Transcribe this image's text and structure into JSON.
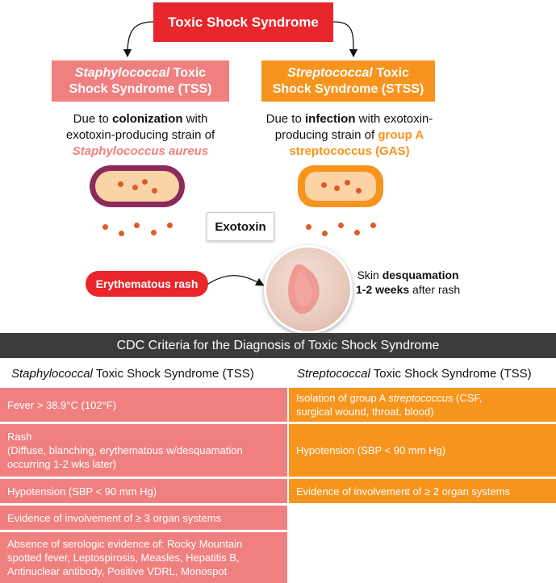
{
  "title": "Toxic Shock Syndrome",
  "staph": {
    "name_italic": "Staphylococcal",
    "name_rest1": " Toxic",
    "name_line2": "Shock Syndrome (TSS)",
    "desc_pre": "Due to ",
    "desc_bold": "colonization",
    "desc_post": " with",
    "desc_line2": "exotoxin-producing strain of",
    "organism": "Staphylococcus aureus"
  },
  "strep": {
    "name_italic": "Streptococcal",
    "name_rest1": " Toxic",
    "name_line2": "Shock Syndrome (STSS)",
    "desc_pre": "Due to ",
    "desc_bold": "infection",
    "desc_post": " with exotoxin-",
    "desc_line2_pre": "producing strain of ",
    "organism_line2": "group A",
    "organism_line3": "streptococcus (GAS)"
  },
  "exotoxin_label": "Exotoxin",
  "rash_label": "Erythematous rash",
  "desquamation": {
    "pre": "Skin ",
    "bold1": "desquamation",
    "bold2": "1-2 weeks",
    "post": " after rash"
  },
  "criteria": {
    "header": "CDC Criteria for the Diagnosis of Toxic Shock Syndrome",
    "staph_col_italic": "Staphylococcal",
    "staph_col_rest": " Toxic Shock Syndrome (TSS)",
    "strep_col_italic": "Streptococcal",
    "strep_col_rest": " Toxic Shock Syndrome (TSS)",
    "staph_rows": [
      "Fever > 38.9°C (102°F)",
      "Rash",
      "(Diffuse, blanching, erythematous w/desquamation",
      "occurring 1-2 wks later)",
      "Hypotension (SBP < 90 mm Hg)",
      "Evidence of involvement of ≥ 3 organ systems",
      "Absence of serologic evidence of: Rocky Mountain",
      "spotted fever, Leptospirosis, Measles, Hepatitis B,",
      "Antinuclear antibody, Positive VDRL, Monospot"
    ],
    "strep_row1_pre": "Isolation of group A ",
    "strep_row1_italic": "streptococcus",
    "strep_row1_post": " (CSF,",
    "strep_row1_line2": "surgical wound, throat, blood)",
    "strep_row2": "Hypotension (SBP < 90 mm Hg)",
    "strep_row3": "Evidence of involvement of ≥ 2 organ systems"
  },
  "colors": {
    "title_red": "#e8262b",
    "staph_pink": "#f08080",
    "strep_orange": "#f7941d",
    "header_gray": "#3b3b3b",
    "toxin_dot": "#e05a2a"
  }
}
